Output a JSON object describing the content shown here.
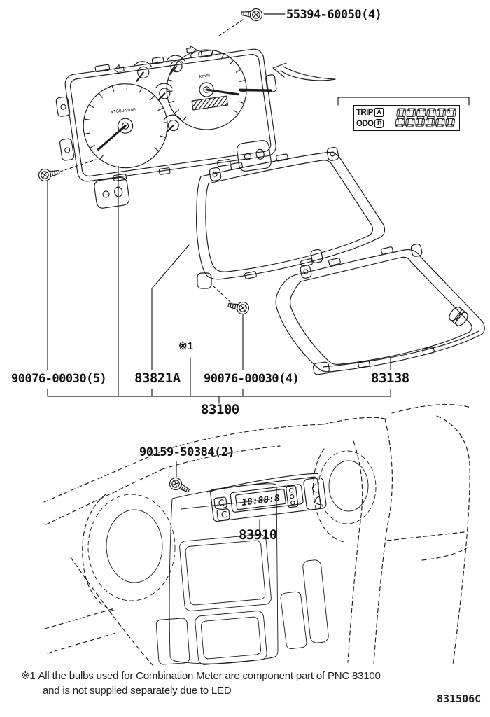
{
  "labels": {
    "screw_top": "55394-60050(4)",
    "screw_left": "90076-00030(5)",
    "meter_glass": "83821A",
    "screw_mid": "90076-00030(4)",
    "lens": "83138",
    "meter_assembly": "83100",
    "note_ref": "※1",
    "screw_dash": "90159-50384(2)",
    "clock": "83910",
    "drawing_code": "831506C"
  },
  "display_box": {
    "trip_label": "TRIP",
    "trip_key": "A",
    "odo_label": "ODO",
    "odo_key": "B",
    "digits": "888888"
  },
  "cluster": {
    "speedo_unit": "km/h",
    "tach_unit": "x1000r/min"
  },
  "clock": {
    "display": "18:88:8"
  },
  "footnote": {
    "ref": "※1",
    "line1": "All the bulbs used for Combination Meter are component part of PNC 83100",
    "line2": "and is not supplied separately due to LED"
  },
  "colors": {
    "line": "#1c1c1c",
    "background": "#ffffff"
  }
}
